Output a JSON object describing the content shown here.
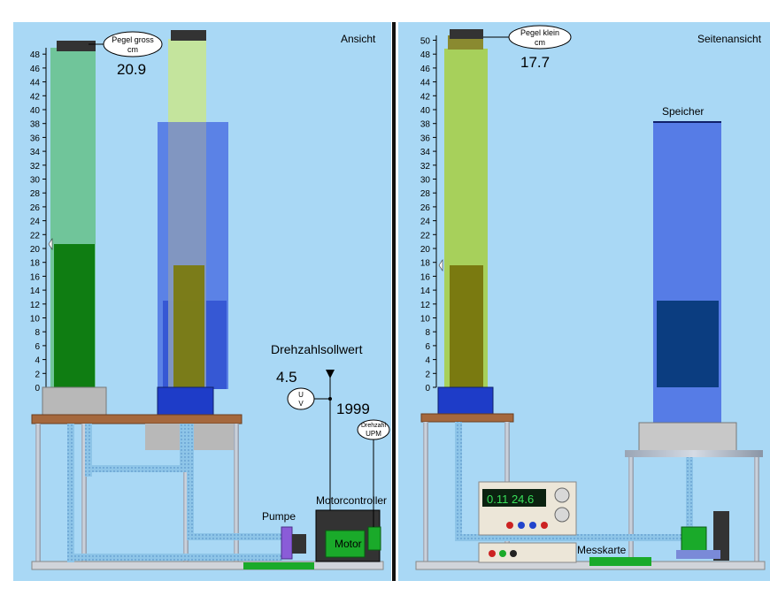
{
  "left": {
    "view_label": "Ansicht",
    "sensor_label_line1": "Pegel gross",
    "sensor_label_line2": "cm",
    "level_value": "20.9",
    "setpoint_title": "Drehzahlsollwert",
    "setpoint_value": "4.5",
    "uv_line1": "U",
    "uv_line2": "V",
    "rpm_value": "1999",
    "rpm_label_line1": "Drehzahl",
    "rpm_label_line2": "UPM",
    "pump_label": "Pumpe",
    "controller_label": "Motorcontroller",
    "motor_label": "Motor",
    "scale_ticks": [
      "0",
      "2",
      "4",
      "6",
      "8",
      "10",
      "12",
      "14",
      "16",
      "18",
      "20",
      "22",
      "24",
      "26",
      "28",
      "30",
      "32",
      "34",
      "36",
      "38",
      "40",
      "42",
      "44",
      "46",
      "48"
    ]
  },
  "right": {
    "view_label": "Seitenansicht",
    "sensor_label_line1": "Pegel klein",
    "sensor_label_line2": "cm",
    "level_value": "17.7",
    "storage_label": "Speicher",
    "card_label": "Messkarte",
    "psu_display": "0.11  24.6",
    "scale_ticks": [
      "0",
      "2",
      "4",
      "6",
      "8",
      "10",
      "12",
      "14",
      "16",
      "18",
      "20",
      "22",
      "24",
      "26",
      "28",
      "30",
      "32",
      "34",
      "36",
      "38",
      "40",
      "42",
      "44",
      "46",
      "48",
      "50"
    ]
  },
  "colors": {
    "background": "#a9d8f5",
    "divider": "#111111",
    "water_green": "#0f7d12",
    "water_olive": "#7a7a10",
    "storage_blue": "#1e3cc8",
    "wood": "#a5683d"
  }
}
